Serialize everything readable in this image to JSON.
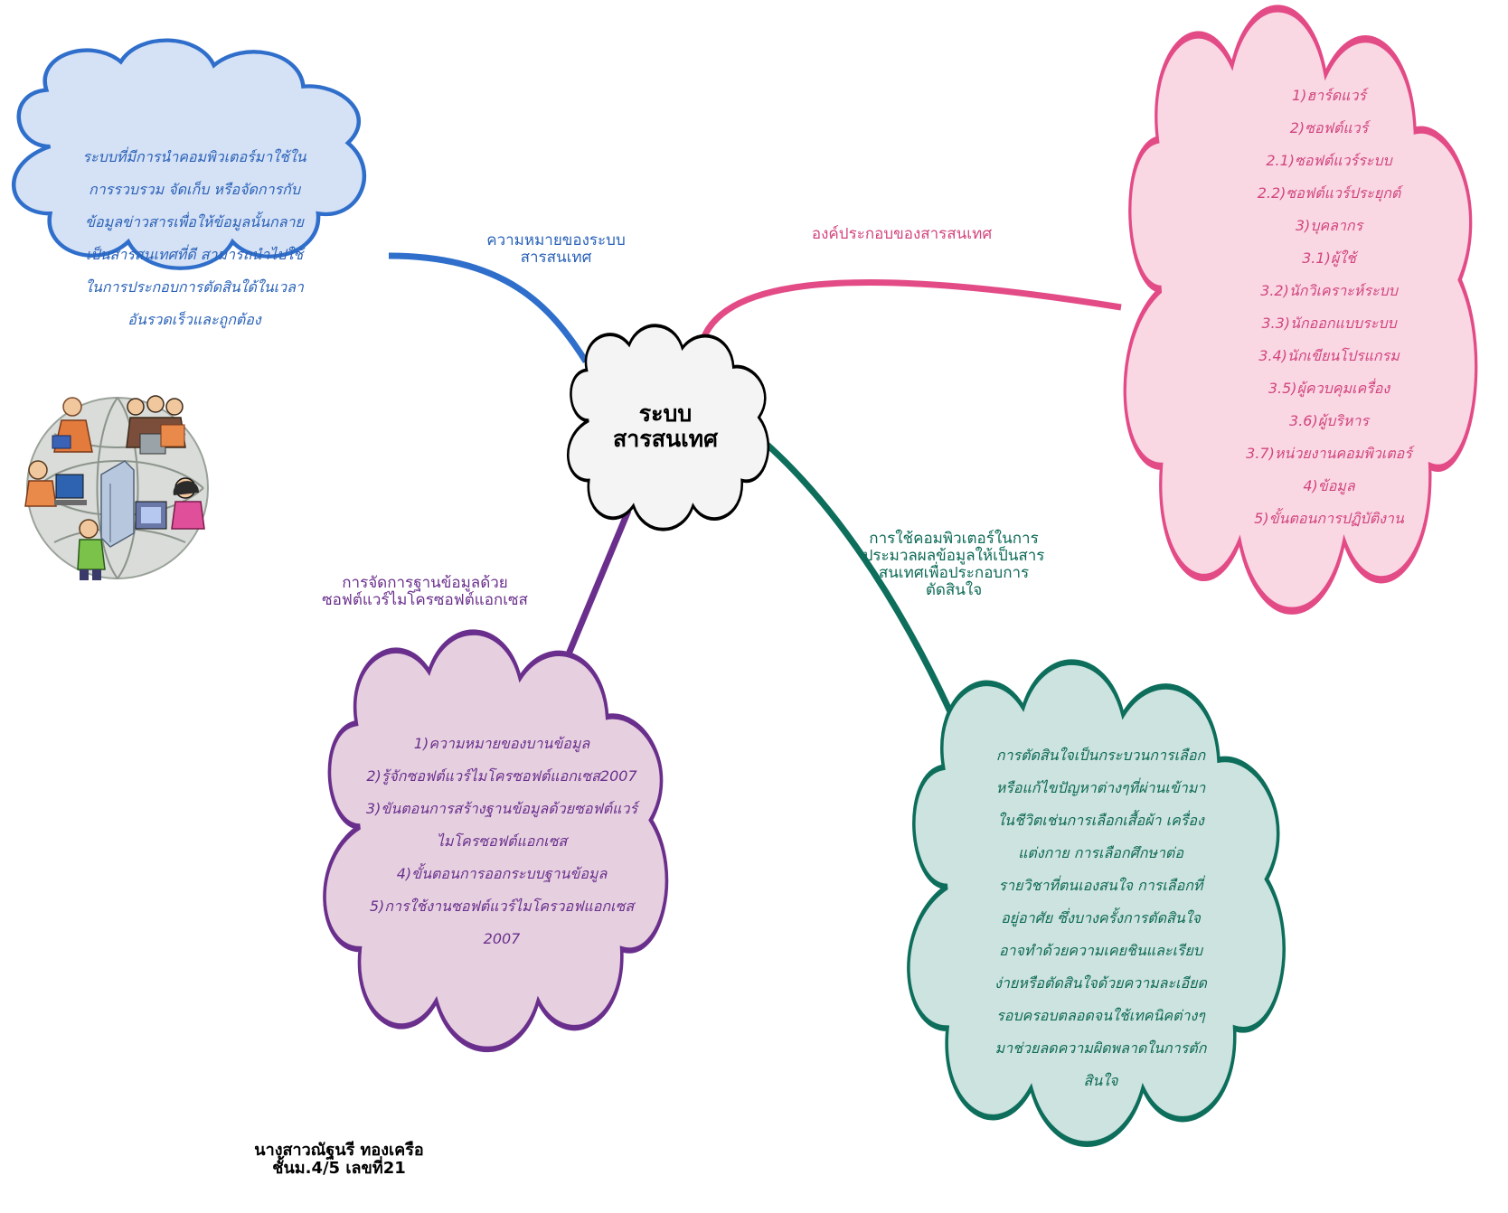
{
  "center": {
    "title_line1": "ระบบ",
    "title_line2": "สารสนเทศ"
  },
  "branches": {
    "meaning": {
      "label_lines": [
        "ความหมายของระบบ",
        "สารสนเทศ"
      ],
      "lines": [
        "ระบบที่มีการนำคอมพิวเตอร์มาใช้ใน",
        "การรวบรวม จัดเก็บ หรือจัดการกับ",
        "ข้อมูลข่าวสารเพื่อให้ข้อมูลนั้นกลาย",
        "เป็นสารสนเทศที่ดี สามารถนำไปใช้",
        "ในการประกอบการตัดสินใด้ในเวลา",
        "อันรวดเร็วและถูกต้อง"
      ],
      "color": "#2f6fcb",
      "fill": "#d5e1f5"
    },
    "components": {
      "label_lines": [
        "องค์ประกอบของสารสนเทศ"
      ],
      "lines": [
        "1)ฮาร์ดแวร์",
        "2)ซอฟต์แวร์",
        "2.1)ซอฟต์แวร์ระบบ",
        "2.2)ซอฟต์แวร์ประยุกต์",
        "3)บุคลากร",
        "3.1)ผู้ใช้",
        "3.2)นักวิเคราะห์ระบบ",
        "3.3)นักออกแบบระบบ",
        "3.4)นักเขียนโปรแกรม",
        "3.5)ผู้ควบคุมเครื่อง",
        "3.6)ผู้บริหาร",
        "3.7)หน่วยงานคอมพิวเตอร์",
        "4)ข้อมูล",
        "5)ขั้นตอนการปฏิบัติงาน"
      ],
      "color": "#e34b86",
      "fill": "#f9d8e4"
    },
    "database": {
      "label_lines": [
        "การจัดการฐานข้อมูลด้วย",
        "ซอฟต์แวร์ไมโครซอฟต์แอกเซส"
      ],
      "lines": [
        "1)ความหมายของบานข้อมูล",
        "2)รู้จักซอฟต์แวร์ไมโครซอฟต์แอกเซส2007",
        "3)ขันตอนการสร้างฐานข้อมูลด้วยซอฟต์แวร์",
        "ไมโครซอฟต์แอกเซส",
        "4)ขั้นตอนการออกระบบฐานข้อมูล",
        "5)การใช้งานซอฟต์แวร์ไมโครวอฟแอกเซส",
        "2007"
      ],
      "color": "#6a2f8c",
      "fill": "#e6d0e0"
    },
    "decision": {
      "label_lines": [
        "การใช้คอมพิวเตอร์ในการ",
        "ประมวลผลข้อมูลให้เป็นสาร",
        "สนเทศเพื่อประกอบการ",
        "ตัดสินใจ"
      ],
      "lines": [
        "การตัดสินใจเป็นกระบวนการเลือก",
        "หรือแก้ไขปัญหาต่างๆที่ผ่านเข้ามา",
        "ในชีวิตเช่นการเลือกเสื้อผ้า เครื่อง",
        "แต่งกาย การเลือกศึกษาต่อ",
        "รายวิชาที่ตนเองสนใจ การเลือกที่",
        "อยู่อาศัย ซึ่งบางครั้งการตัดสินใจ",
        "อาจทำด้วยความเคยชินและเรียบ",
        "ง่ายหรือตัดสินใจด้วยความละเอียด",
        "รอบครอบตลอดจนใช้เทคนิคต่างๆ",
        "มาช่วยลดความผิดพลาดในการตัก",
        "สินใจ"
      ],
      "color": "#0d6e5b",
      "fill": "#cde3df"
    }
  },
  "author": {
    "line1": "นางสาวณัฐนรี  ทองเครือ",
    "line2": "ชั้นม.4/5  เลขที่21"
  },
  "center_fill": "#f4f4f4"
}
